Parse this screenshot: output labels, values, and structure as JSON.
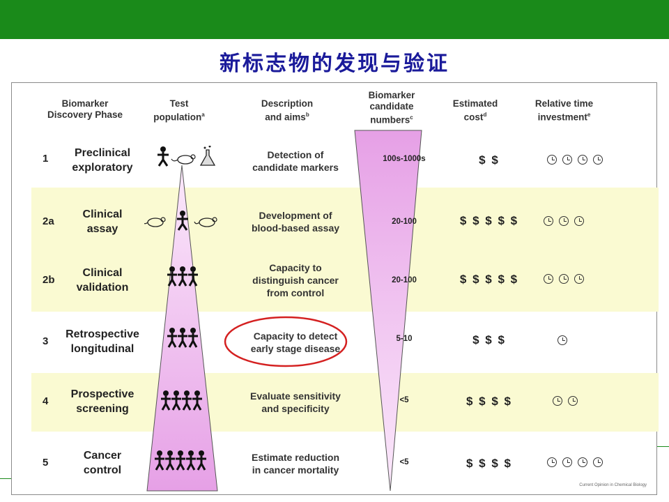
{
  "slide": {
    "title": "新标志物的发现与验证",
    "theme_color": "#1a8a1a",
    "title_color": "#1a1a9a"
  },
  "figure": {
    "headers": {
      "phase": [
        "Biomarker",
        "Discovery Phase"
      ],
      "population": [
        "Test",
        "population"
      ],
      "population_sup": "a",
      "description": [
        "Description",
        "and aims"
      ],
      "description_sup": "b",
      "numbers": [
        "Biomarker",
        "candidate",
        "numbers"
      ],
      "numbers_sup": "c",
      "cost": [
        "Estimated",
        "cost"
      ],
      "cost_sup": "d",
      "time": [
        "Relative time",
        "investment"
      ],
      "time_sup": "e"
    },
    "rows": [
      {
        "id": "1",
        "phase": [
          "Preclinical",
          "exploratory"
        ],
        "description": [
          "Detection of",
          "candidate markers"
        ],
        "numbers": "100s-1000s",
        "cost": "$ $",
        "clocks": 4,
        "population_icons": "person-mouse-flask-icon"
      },
      {
        "id": "2a",
        "phase": [
          "Clinical",
          "assay"
        ],
        "description": [
          "Development of",
          "blood-based assay"
        ],
        "numbers": "20-100",
        "cost": "$ $ $ $ $",
        "clocks": 3,
        "population_icons": "mouse-person-mouse-icon"
      },
      {
        "id": "2b",
        "phase": [
          "Clinical",
          "validation"
        ],
        "description": [
          "Capacity to",
          "distinguish cancer",
          "from control"
        ],
        "numbers": "20-100",
        "cost": "$ $ $ $ $",
        "clocks": 3,
        "population_icons": "three-people-icon"
      },
      {
        "id": "3",
        "phase": [
          "Retrospective",
          "longitudinal"
        ],
        "description": [
          "Capacity to detect",
          "early stage disease"
        ],
        "numbers": "5-10",
        "cost": "$ $ $",
        "clocks": 1,
        "population_icons": "three-people-icon",
        "highlighted": true
      },
      {
        "id": "4",
        "phase": [
          "Prospective",
          "screening"
        ],
        "description": [
          "Evaluate sensitivity",
          "and specificity"
        ],
        "numbers": "<5",
        "cost": "$ $ $ $",
        "clocks": 2,
        "population_icons": "four-people-icon"
      },
      {
        "id": "5",
        "phase": [
          "Cancer",
          "control"
        ],
        "description": [
          "Estimate reduction",
          "in cancer mortality"
        ],
        "numbers": "<5",
        "cost": "$ $ $ $",
        "clocks": 4,
        "population_icons": "five-people-icon"
      }
    ],
    "credit": "Current Opinion in Chemical Biology",
    "band_color": "#fafad2",
    "triangle_color": "#e9a3e9",
    "highlight_color": "#d42020"
  }
}
